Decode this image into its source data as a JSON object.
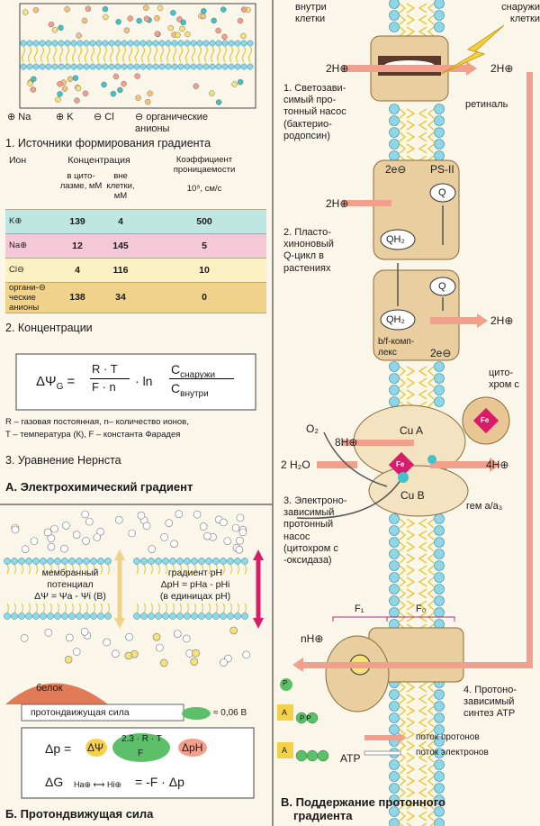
{
  "panel_a": {
    "legend": {
      "na": "Na",
      "k": "K",
      "cl": "Cl",
      "org": "органические анионы"
    },
    "cap1": "1.  Источники формирования градиента",
    "table": {
      "h_ion": "Ион",
      "h_conc": "Концентрация",
      "h_in": "в цито- лазме, мМ",
      "h_out": "вне клетки, мМ",
      "h_coef": "Коэффициент проницаемости",
      "h_coef_unit": "10⁹, см/с",
      "rows": [
        {
          "ion": "K⊕",
          "in": "139",
          "out": "4",
          "coef": "500",
          "color": "#bfe7e2"
        },
        {
          "ion": "Na⊕",
          "in": "12",
          "out": "145",
          "coef": "5",
          "color": "#f4c8d6"
        },
        {
          "ion": "Cl⊖",
          "in": "4",
          "out": "116",
          "coef": "10",
          "color": "#fbf0c2"
        },
        {
          "ion": "органи-⊖ ческие анионы",
          "in": "138",
          "out": "34",
          "coef": "0",
          "color": "#f1d28a"
        }
      ]
    },
    "cap2": "2.  Концентрации",
    "eq": {
      "lhs": "ΔΨ",
      "sub": "G",
      "num": "R · T",
      "den": "F · n",
      "ln": "ln",
      "c_out": "C",
      "c_out_sub": "снаружи",
      "c_in": "C",
      "c_in_sub": "внутри"
    },
    "defs1": "R – газовая постоянная,  n– количество ионов,",
    "defs2": "T – температура (К),     F – константа Фарадея",
    "cap3": "3. Уравнение Нернста",
    "title": "А. Электрохимический градиент"
  },
  "panel_b": {
    "box1": [
      "мембранный",
      "потенциал",
      "ΔΨ = Ψa - Ψi (B)"
    ],
    "box2": [
      "градиент pH",
      "ΔpH = pHa - pHi",
      "(в единицах pH)"
    ],
    "protein": "белок",
    "pmf": "протондвижущая сила",
    "pmf_val": "≈ 0,06 В",
    "f_dp": "Δp =",
    "f_dpsi": "ΔΨ",
    "f_frac_num": "2.3 · R · T",
    "f_frac_den": "F",
    "f_dph": "ΔpH",
    "f2_lhs": "ΔG",
    "f2_mid": "Ha⊕ ⟷ Hi⊕",
    "f2_rhs": "=  -F · Δp",
    "title": "Б. Протондвижущая сила"
  },
  "panel_c": {
    "inside": "внутри клетки",
    "outside": "снаружи клетки",
    "h2": "2H⊕",
    "retinal": "ретиналь",
    "s1": [
      "1. Светозави-",
      "симый про-",
      "тонный насос",
      "(бактерио-",
      "родопсин)"
    ],
    "e2": "2e⊖",
    "ps2": "PS-II",
    "q": "Q",
    "qh2": "QH₂",
    "s2": [
      "2. Пласто-",
      "хиноновый",
      "Q-цикл в",
      "растениях"
    ],
    "bf": "b/f-комп-",
    "bf2": "лекс",
    "cyt": [
      "цито-",
      "хром с"
    ],
    "fe": "Fe",
    "o2": "O₂",
    "h8": "8H⊕",
    "cua": "Cu A",
    "cub": "Cu B",
    "h2o": "2 H₂O",
    "h4": "4H⊕",
    "hem": "гем a/a₃",
    "s3": [
      "3. Электроно-",
      "зависимый",
      "протонный",
      "насос",
      "(цитохром с",
      "-оксидаза)"
    ],
    "f1": "F₁",
    "f0": "F₀",
    "nh": "nH⊕",
    "p": "P",
    "a": "A",
    "pp": "P P",
    "atp": "ATP",
    "s4": [
      "4. Протоно-",
      "зависимый",
      "синтез ATP"
    ],
    "leg_p": "поток протонов",
    "leg_e": "поток электронов",
    "title": [
      "В. Поддержание протонного",
      "градиента"
    ]
  },
  "colors": {
    "membrane_head": "#8fd6e6",
    "tail": "#e8c93a",
    "protein": "#e9cfa0",
    "proton_arrow": "#f2a08c",
    "accent": "#d81c6a"
  }
}
